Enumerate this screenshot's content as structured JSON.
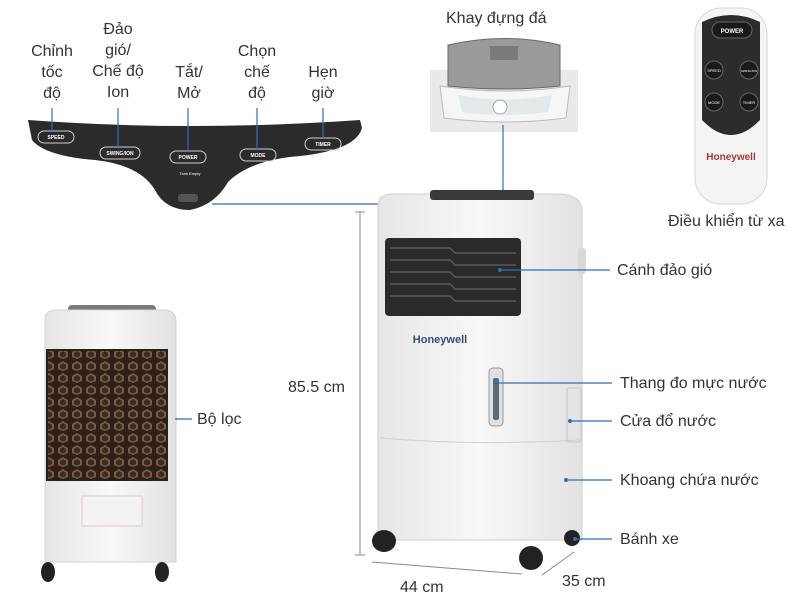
{
  "controls": [
    {
      "lines": [
        "Chỉnh",
        "tốc",
        "độ"
      ]
    },
    {
      "lines": [
        "Đảo",
        "gió/",
        "Chế độ",
        "Ion"
      ]
    },
    {
      "lines": [
        "Tắt/",
        "Mở"
      ]
    },
    {
      "lines": [
        "Chọn",
        "chế",
        "độ"
      ]
    },
    {
      "lines": [
        "Hẹn",
        "giờ"
      ]
    }
  ],
  "panel_buttons": [
    "SPEED",
    "SWING/ION",
    "POWER",
    "MODE",
    "TIMER"
  ],
  "panel_small": "Tank Empty",
  "remote_buttons": {
    "power": "POWER",
    "speed": "SPEED",
    "swing": "SWING/ION",
    "mode": "MODE",
    "timer": "TIMER"
  },
  "brand": "Honeywell",
  "labels": {
    "ice_tray": "Khay đựng đá",
    "remote": "Điều khiển từ xa",
    "louver": "Cánh đảo gió",
    "water_gauge": "Thang đo mực nước",
    "water_door": "Cửa đổ nước",
    "tank": "Khoang chứa nước",
    "wheels": "Bánh xe",
    "filter": "Bộ lọc",
    "height": "85.5 cm",
    "width": "44 cm",
    "depth": "35 cm"
  },
  "colors": {
    "panel": "#2b2b2b",
    "body": "#f2f2f2",
    "grille": "#2a2a2a",
    "filter": "#3a2a20",
    "leader": "#2e6fb5",
    "dim": "#888888"
  }
}
